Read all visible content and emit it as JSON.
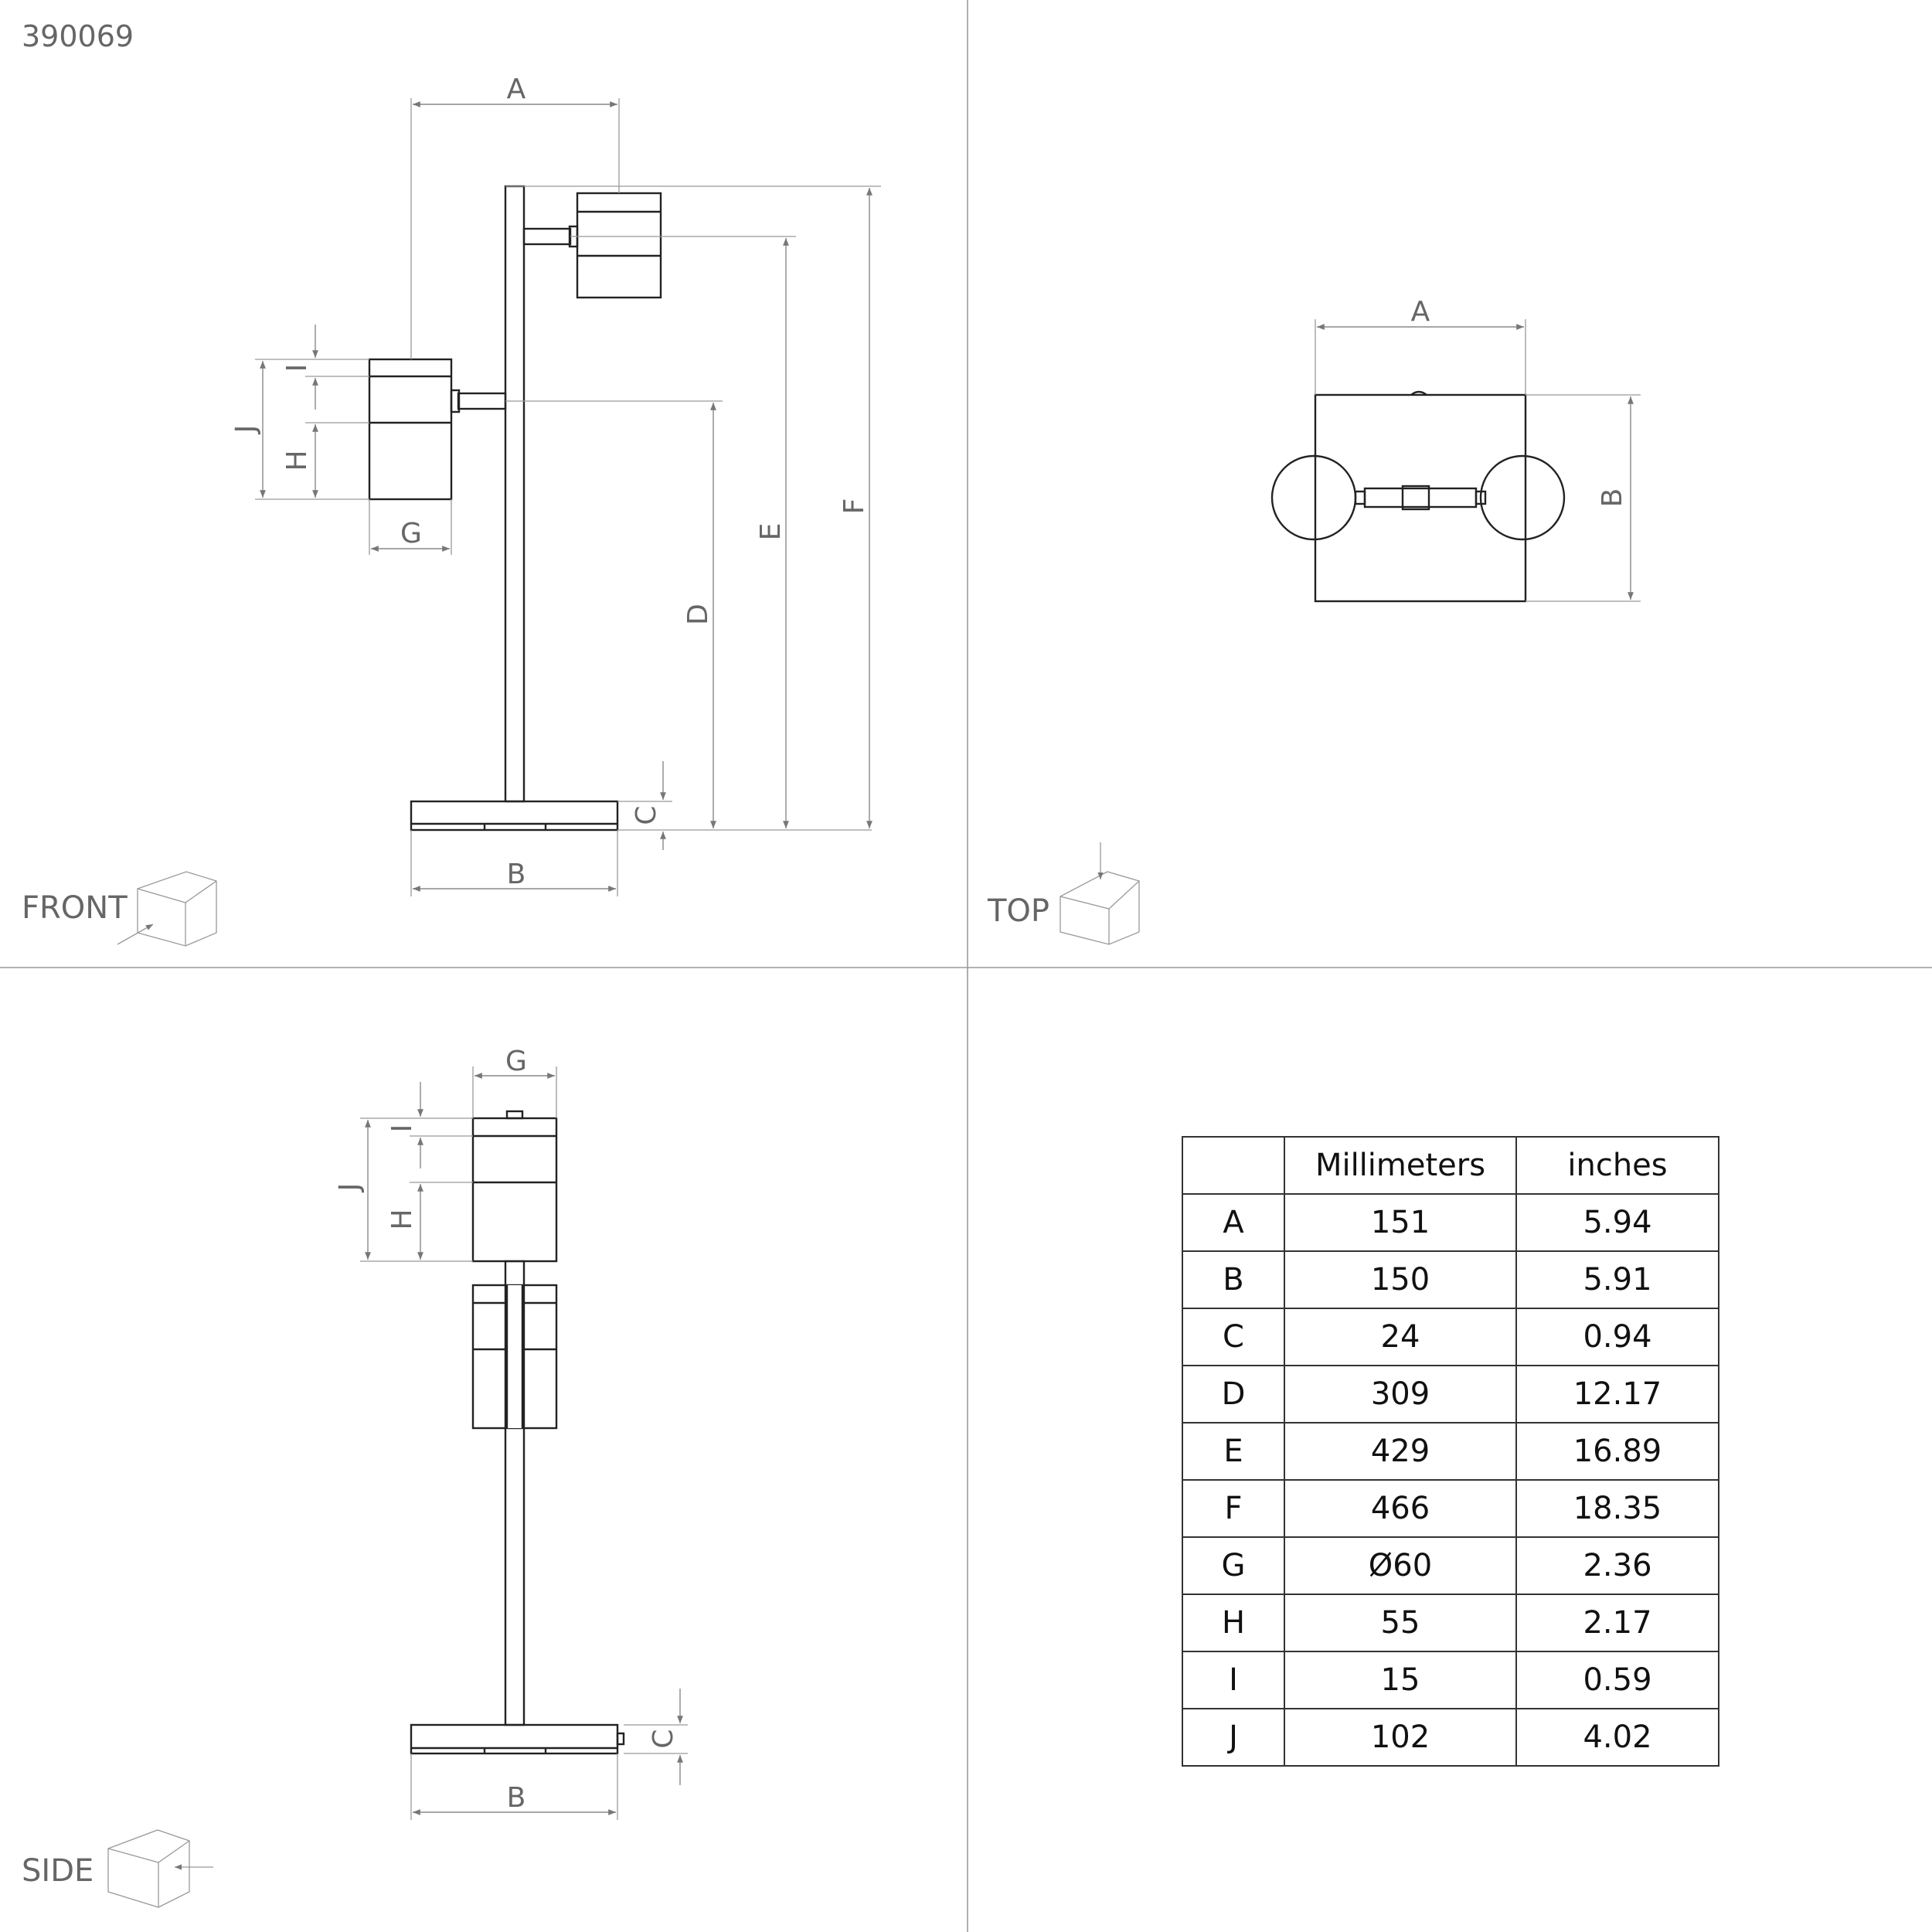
{
  "product_code": "390069",
  "views": {
    "front": "FRONT",
    "top": "TOP",
    "side": "SIDE"
  },
  "dimension_letters": [
    "A",
    "B",
    "C",
    "D",
    "E",
    "F",
    "G",
    "H",
    "I",
    "J"
  ],
  "table": {
    "headers": [
      "",
      "Millimeters",
      "inches"
    ],
    "rows": [
      {
        "key": "A",
        "mm": "151",
        "in": "5.94"
      },
      {
        "key": "B",
        "mm": "150",
        "in": "5.91"
      },
      {
        "key": "C",
        "mm": "24",
        "in": "0.94"
      },
      {
        "key": "D",
        "mm": "309",
        "in": "12.17"
      },
      {
        "key": "E",
        "mm": "429",
        "in": "16.89"
      },
      {
        "key": "F",
        "mm": "466",
        "in": "18.35"
      },
      {
        "key": "G",
        "mm": "Ø60",
        "in": "2.36"
      },
      {
        "key": "H",
        "mm": "55",
        "in": "2.17"
      },
      {
        "key": "I",
        "mm": "15",
        "in": "0.59"
      },
      {
        "key": "J",
        "mm": "102",
        "in": "4.02"
      }
    ]
  },
  "colors": {
    "line": "#222222",
    "dimension": "#888888",
    "label": "#666666"
  }
}
